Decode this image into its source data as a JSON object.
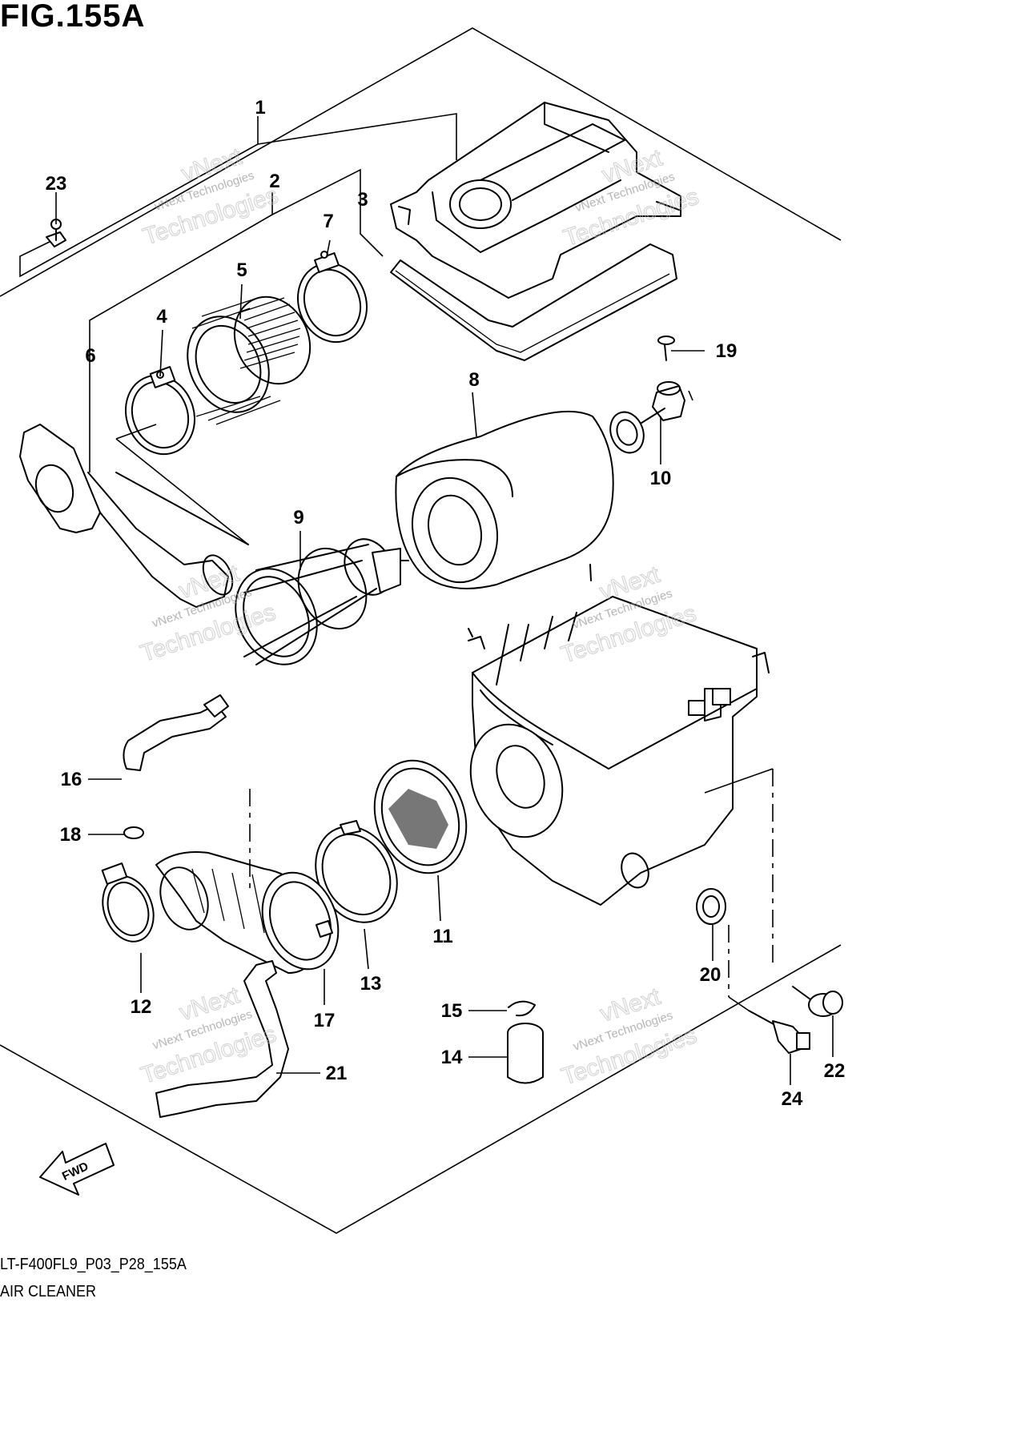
{
  "figure": {
    "title": "FIG.155A",
    "model_code": "LT-F400FL9_P03_P28_155A",
    "section_name": "AIR CLEANER"
  },
  "callouts": [
    {
      "number": "1"
    },
    {
      "number": "2"
    },
    {
      "number": "3"
    },
    {
      "number": "4"
    },
    {
      "number": "5"
    },
    {
      "number": "6"
    },
    {
      "number": "7"
    },
    {
      "number": "8"
    },
    {
      "number": "9"
    },
    {
      "number": "10"
    },
    {
      "number": "11"
    },
    {
      "number": "12"
    },
    {
      "number": "13"
    },
    {
      "number": "14"
    },
    {
      "number": "15"
    },
    {
      "number": "16"
    },
    {
      "number": "17"
    },
    {
      "number": "18"
    },
    {
      "number": "19"
    },
    {
      "number": "20"
    },
    {
      "number": "21"
    },
    {
      "number": "22"
    },
    {
      "number": "23"
    },
    {
      "number": "24"
    }
  ],
  "direction_indicator": {
    "label": "FWD"
  },
  "watermark": {
    "line1": "vNext Technologies",
    "line2": "vNext",
    "line3": "Technologies"
  }
}
